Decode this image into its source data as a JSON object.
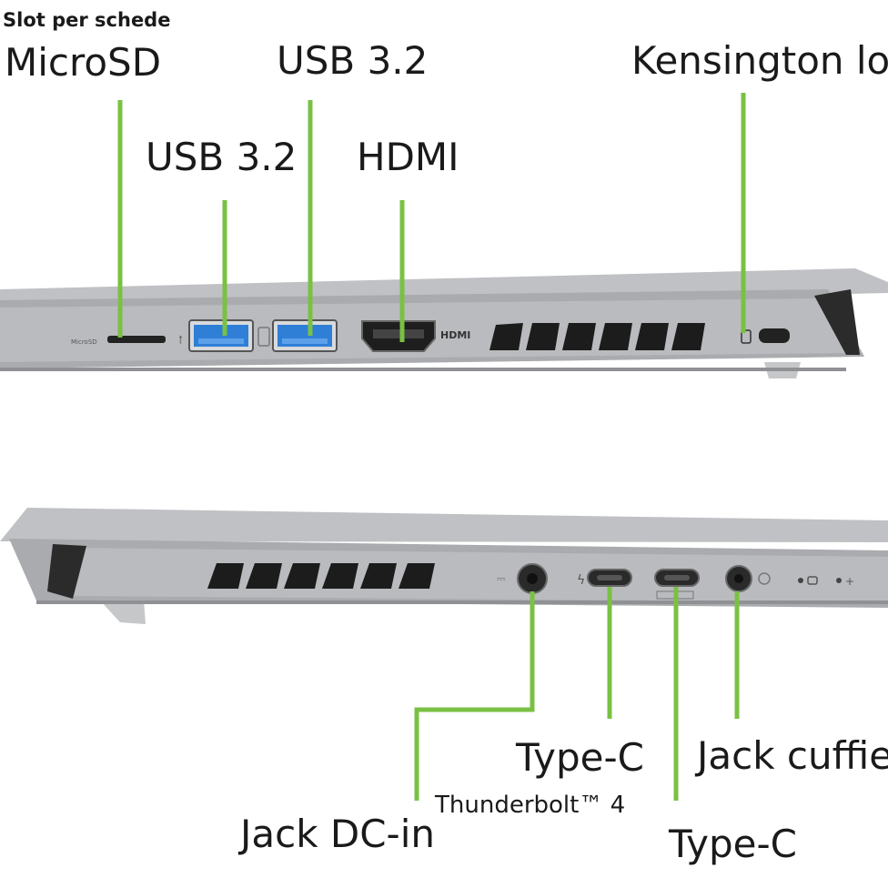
{
  "caption": "Slot per schede",
  "top_side": {
    "labels": {
      "microsd": "MicroSD",
      "usb1": "USB 3.2",
      "usb2": "USB 3.2",
      "hdmi": "HDMI",
      "kensington": "Kensington loc"
    },
    "printed_port_marks": {
      "microsd_mark": "MicroSD",
      "hdmi_mark": "HDMI"
    }
  },
  "bottom_side": {
    "labels": {
      "dc_in": "Jack DC-in",
      "typec_tb": "Type-C",
      "thunderbolt": "Thunderbolt™ 4",
      "typec2": "Type-C",
      "headphone": "Jack cuffie"
    }
  },
  "colors": {
    "accent_line": "#7ac143",
    "chassis": "#a9abae",
    "chassis_light": "#c3c5c8",
    "port_blue": "#2f7fd6",
    "port_dark": "#222222"
  }
}
